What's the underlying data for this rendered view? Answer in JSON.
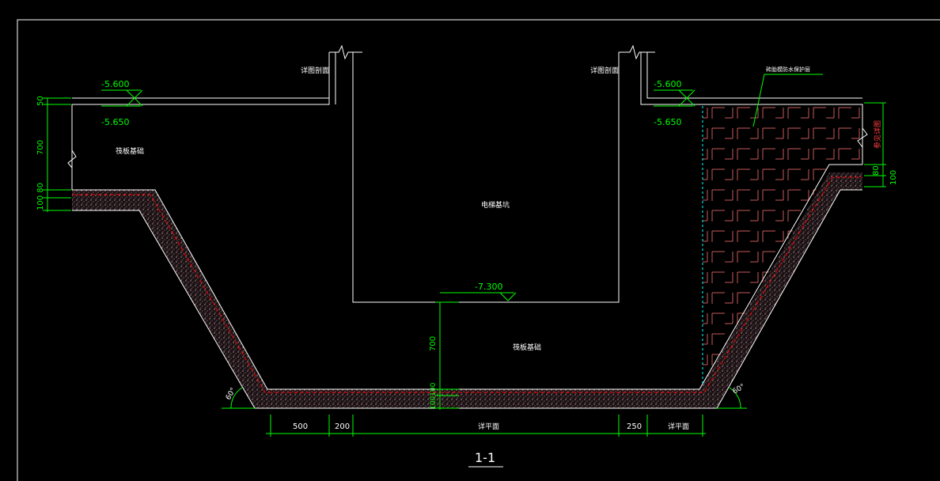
{
  "elevations": {
    "left_top": "-5.600",
    "left_bottom": "-5.650",
    "right_top": "-5.600",
    "right_bottom": "-5.650",
    "pit_bottom": "-7.300"
  },
  "left_dims": {
    "d50": "50",
    "d700": "700",
    "d100_80": "100 80"
  },
  "right_dims": {
    "d80": "80",
    "d100": "100"
  },
  "pit_dims": {
    "d700": "700",
    "d100": "100100"
  },
  "bottom_dims": {
    "d500": "500",
    "d200": "200",
    "face_mid": "详平面",
    "d250": "250",
    "face_right": "详平面"
  },
  "angles": {
    "left": "60°",
    "right": "60°"
  },
  "labels": {
    "wall_left": "详图剖面",
    "wall_right": "详图剖面",
    "foundation_left": "筏板基础",
    "pit": "电梯基坑",
    "foundation_bottom": "筏板基础",
    "brick_note": "砖胎模防水保护层",
    "side_note": "参见详图"
  },
  "section_title": "1-1",
  "colors": {
    "line": "#ffffff",
    "dim": "#00ff00",
    "red": "#ff0000",
    "hatch": "#ff8080",
    "cyan": "#00ffff"
  }
}
